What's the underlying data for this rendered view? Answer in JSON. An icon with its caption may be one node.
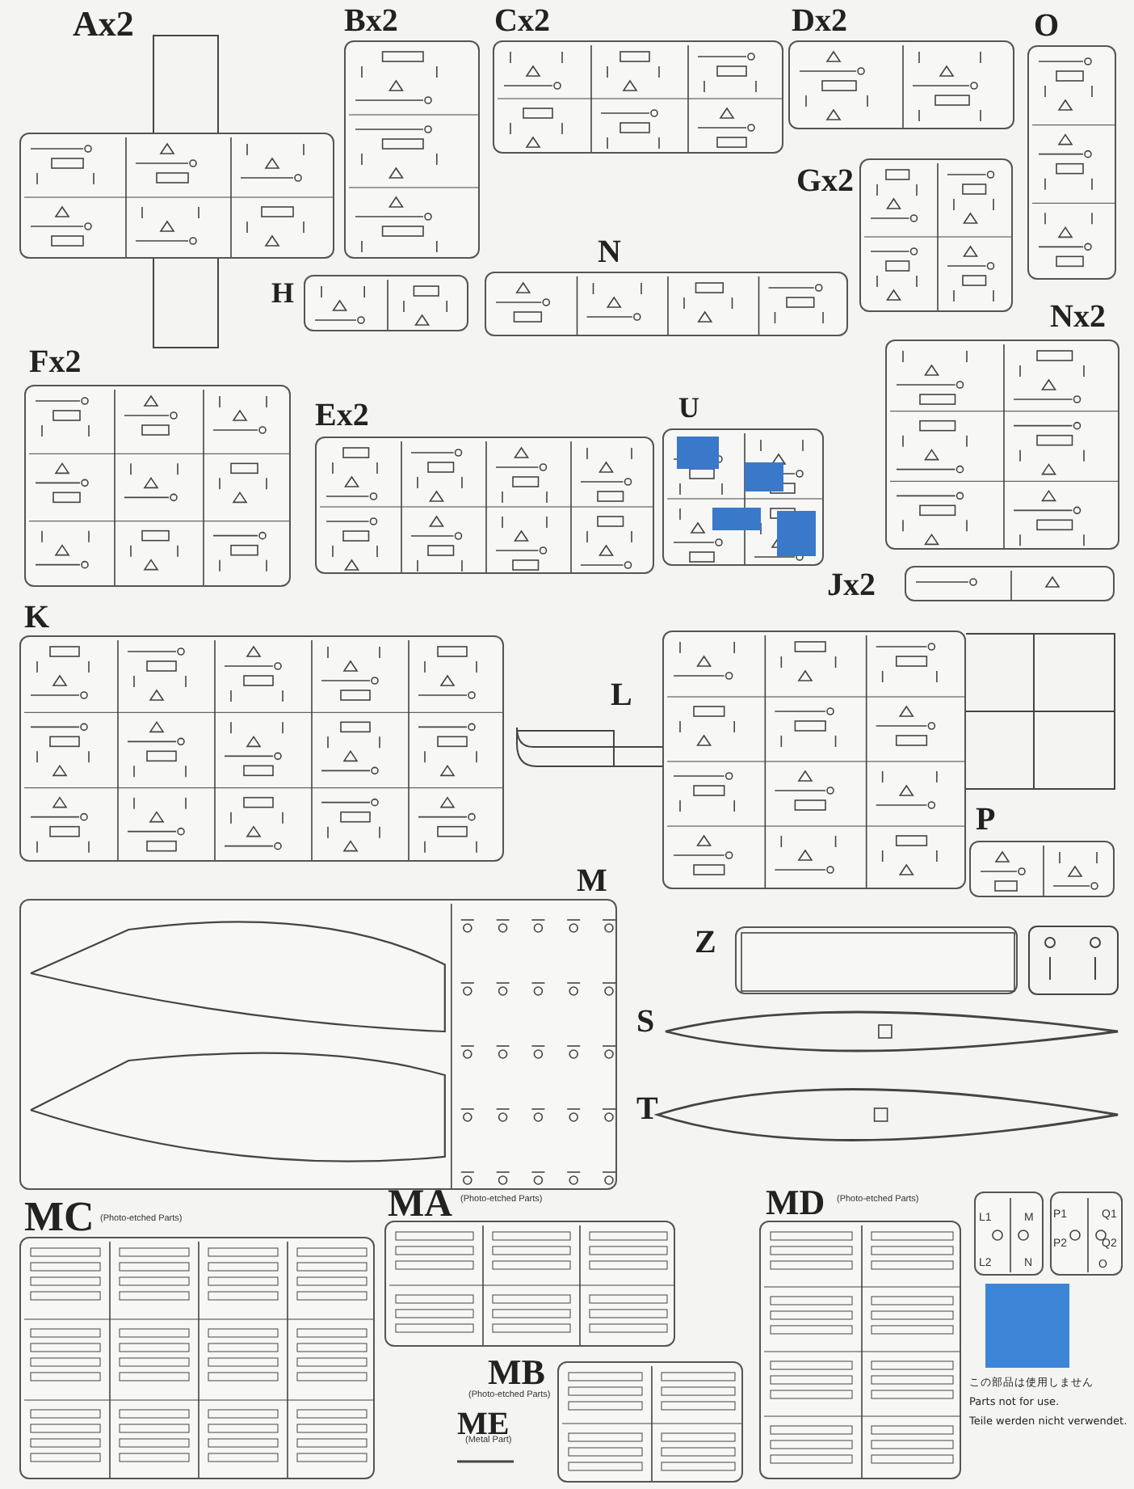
{
  "diagram": {
    "nodes": [
      {
        "text": [
          "Ax2"
        ]
      },
      {
        "text": [
          "Bx2"
        ]
      },
      {
        "text": [
          "Cx2"
        ]
      },
      {
        "text": [
          "Dx2"
        ]
      },
      {
        "text": [
          "O"
        ]
      },
      {
        "text": [
          "Gx2"
        ]
      },
      {
        "text": [
          "H"
        ]
      },
      {
        "text": [
          "N"
        ]
      },
      {
        "text": [
          "Fx2"
        ]
      },
      {
        "text": [
          "Ex2"
        ]
      },
      {
        "text": [
          "Nx2"
        ]
      },
      {
        "text": [
          "U"
        ]
      },
      {
        "text": [
          "Jx2"
        ]
      },
      {
        "text": [
          "K"
        ]
      },
      {
        "text": [
          "L"
        ]
      },
      {
        "text": [
          "P"
        ]
      },
      {
        "text": [
          "M"
        ]
      },
      {
        "text": [
          "Z"
        ]
      },
      {
        "text": [
          "S"
        ]
      },
      {
        "text": [
          "T"
        ]
      },
      {
        "text": [
          "MC",
          "(Photo-etched Parts)"
        ]
      },
      {
        "text": [
          "MA",
          "(Photo-etched Parts)"
        ]
      },
      {
        "text": [
          "MB",
          "(Photo-etched Parts)"
        ]
      },
      {
        "text": [
          "ME",
          "(Metal Part)"
        ]
      },
      {
        "text": [
          "MD",
          "(Photo-etched Parts)"
        ]
      },
      {
        "text": [
          "L1",
          "M",
          "L2",
          "N"
        ]
      },
      {
        "text": [
          "P1",
          "Q1",
          "P2",
          "Q2",
          "O"
        ]
      }
    ],
    "labels": [
      "この部品は使用しません",
      "Parts not for use.",
      "Teile werden nicht verwendet."
    ]
  }
}
